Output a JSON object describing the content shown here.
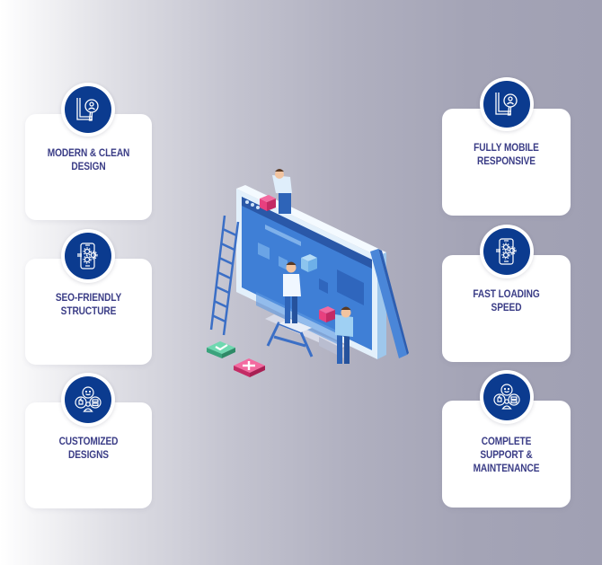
{
  "colors": {
    "label_text": "#3a3c86",
    "badge_blue": "#0b3b8f",
    "card_bg": "#ffffff",
    "bg_left": "#ffffff",
    "bg_right": "#a0a0b3",
    "accent_pink": "#e8407f",
    "accent_green": "#4fc59a"
  },
  "features": {
    "left": [
      {
        "label": "MODERN & CLEAN\nDESIGN",
        "icon": "magnifier-user-icon"
      },
      {
        "label": "SEO-FRIENDLY\nSTRUCTURE",
        "icon": "mobile-gears-icon"
      },
      {
        "label": "CUSTOMIZED\nDESIGNS",
        "icon": "people-network-icon"
      }
    ],
    "right": [
      {
        "label": "FULLY MOBILE\nRESPONSIVE",
        "icon": "magnifier-user-icon"
      },
      {
        "label": "FAST LOADING\nSPEED",
        "icon": "mobile-gears-icon"
      },
      {
        "label": "COMPLETE\nSUPPORT &\nMAINTENANCE",
        "icon": "people-network-icon"
      }
    ]
  },
  "illustration": {
    "subject": "web-development-team-building-monitor",
    "checkmark_symbol": "✔",
    "plus_symbol": "+"
  }
}
